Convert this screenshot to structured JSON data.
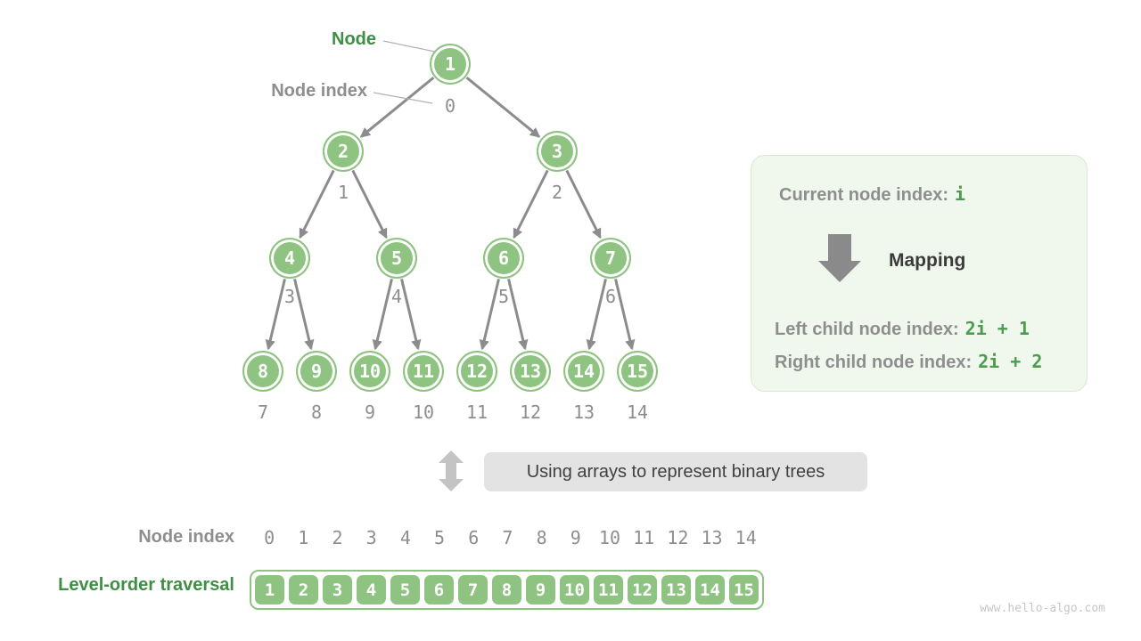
{
  "annotations": {
    "node_label": "Node",
    "node_index_label": "Node index"
  },
  "tree": {
    "nodes": [
      {
        "value": "1",
        "index": "0"
      },
      {
        "value": "2",
        "index": "1"
      },
      {
        "value": "3",
        "index": "2"
      },
      {
        "value": "4",
        "index": "3"
      },
      {
        "value": "5",
        "index": "4"
      },
      {
        "value": "6",
        "index": "5"
      },
      {
        "value": "7",
        "index": "6"
      },
      {
        "value": "8",
        "index": "7"
      },
      {
        "value": "9",
        "index": "8"
      },
      {
        "value": "10",
        "index": "9"
      },
      {
        "value": "11",
        "index": "10"
      },
      {
        "value": "12",
        "index": "11"
      },
      {
        "value": "13",
        "index": "12"
      },
      {
        "value": "14",
        "index": "13"
      },
      {
        "value": "15",
        "index": "14"
      }
    ]
  },
  "legend": {
    "current_label": "Current node index:",
    "current_value": "i",
    "mapping_label": "Mapping",
    "left_label": "Left child node index:",
    "left_value": "2i + 1",
    "right_label": "Right child node index:",
    "right_value": "2i + 2"
  },
  "caption": {
    "text": "Using arrays to represent binary trees"
  },
  "bottom": {
    "index_row_label": "Node index",
    "array_row_label": "Level-order traversal",
    "indices": [
      "0",
      "1",
      "2",
      "3",
      "4",
      "5",
      "6",
      "7",
      "8",
      "9",
      "10",
      "11",
      "12",
      "13",
      "14"
    ],
    "values": [
      "1",
      "2",
      "3",
      "4",
      "5",
      "6",
      "7",
      "8",
      "9",
      "10",
      "11",
      "12",
      "13",
      "14",
      "15"
    ]
  },
  "watermark": "www.hello-algo.com",
  "colors": {
    "node_green": "#8fc381",
    "label_green": "#3e8f44",
    "formula_green": "#4a9d4e",
    "gray_text": "#8e8e8e",
    "edge_gray": "#8c8c8c",
    "legend_bg": "#f0f7ed",
    "caption_bg": "#e3e3e3"
  }
}
